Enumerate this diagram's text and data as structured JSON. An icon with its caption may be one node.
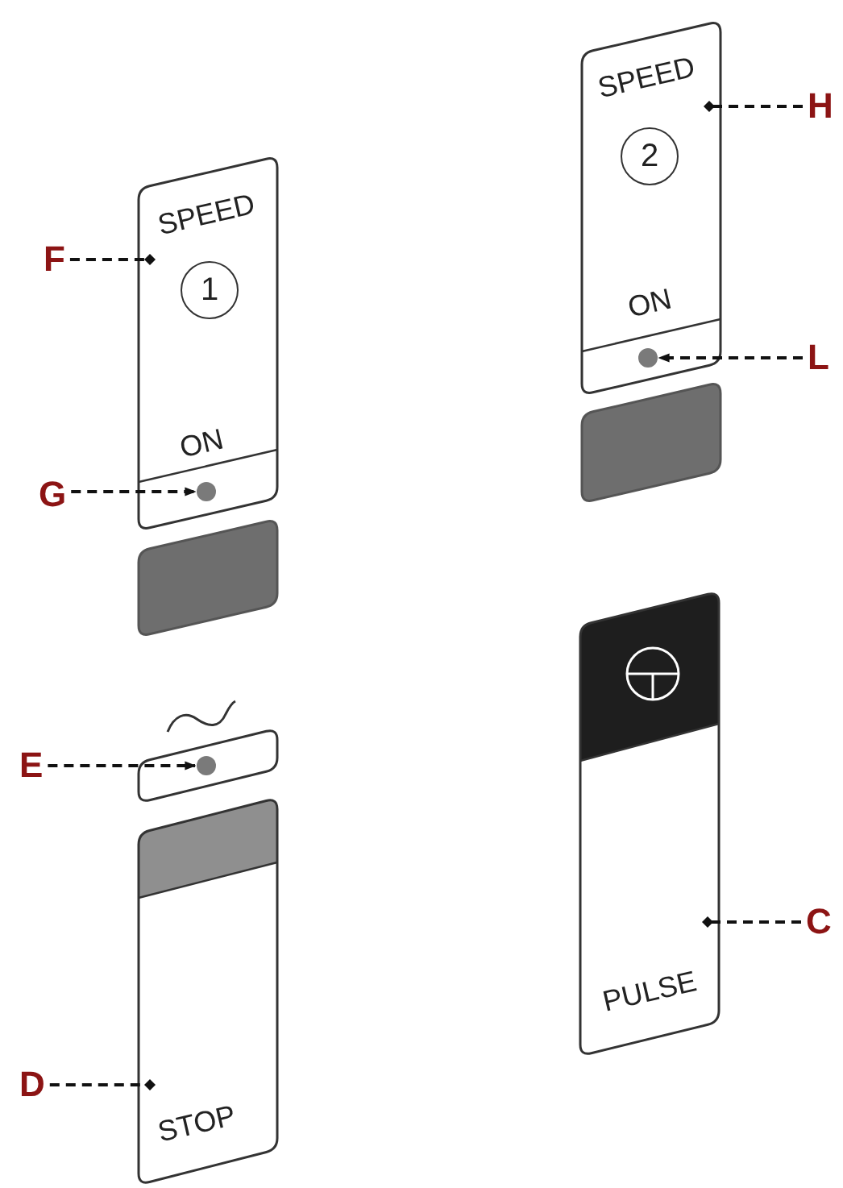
{
  "diagram": {
    "nodes": [
      {
        "text": [
          "F"
        ]
      },
      {
        "text": [
          "SPEED",
          "ON"
        ]
      },
      {
        "text": [
          "1"
        ],
        "in": 1
      },
      {
        "text": [],
        "shape": "circle",
        "in": 1
      },
      {
        "text": [
          "G"
        ]
      },
      {
        "text": [],
        "shape": "box"
      },
      {
        "text": [
          "E"
        ]
      },
      {
        "text": [],
        "shape": "box"
      },
      {
        "text": [],
        "shape": "circle",
        "in": 7
      },
      {
        "text": [
          "STOP"
        ]
      },
      {
        "text": [
          "D"
        ]
      },
      {
        "text": [
          "SPEED",
          "ON"
        ]
      },
      {
        "text": [
          "H"
        ]
      },
      {
        "text": [
          "2"
        ],
        "in": 11
      },
      {
        "text": [],
        "shape": "circle",
        "in": 11
      },
      {
        "text": [
          "L"
        ]
      },
      {
        "text": [],
        "shape": "box"
      },
      {
        "text": [
          "PULSE"
        ]
      },
      {
        "text": [
          "C"
        ]
      }
    ],
    "edges": [
      {
        "from": 0,
        "to": 1,
        "arrow": "other",
        "style": "dashed"
      },
      {
        "from": 4,
        "to": 3,
        "arrow": "to",
        "style": "dashed"
      },
      {
        "from": 6,
        "to": 8,
        "arrow": "to",
        "style": "dashed"
      },
      {
        "from": 10,
        "to": 9,
        "arrow": "other",
        "style": "dashed"
      },
      {
        "from": 12,
        "to": 11,
        "arrow": "other",
        "style": "dashed"
      },
      {
        "from": 15,
        "to": 14,
        "arrow": "to",
        "style": "dashed"
      },
      {
        "from": 18,
        "to": 17,
        "arrow": "other",
        "style": "dashed"
      }
    ]
  }
}
